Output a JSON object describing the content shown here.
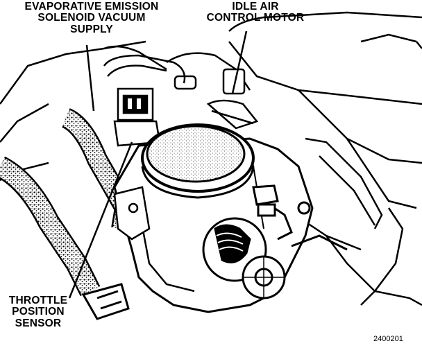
{
  "labels": {
    "evap": [
      "EVAPORATIVE EMISSION",
      "SOLENOID VACUUM",
      "SUPPLY"
    ],
    "iac": [
      "IDLE AIR",
      "CONTROL MOTOR"
    ],
    "tps": [
      "THROTTLE",
      "POSITION",
      "SENSOR"
    ]
  },
  "figure_number": "2400201"
}
